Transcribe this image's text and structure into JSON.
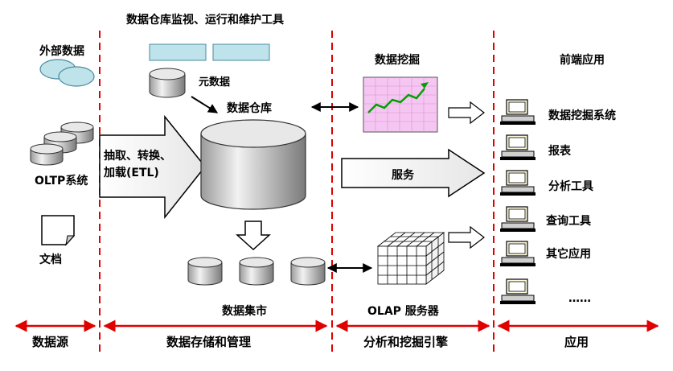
{
  "top_title": "数据仓库监视、运行和维护工具",
  "sources": {
    "external": "外部数据",
    "oltp": "OLTP系统",
    "docs": "文档"
  },
  "etl": {
    "line1": "抽取、转换、",
    "line2": "加载(ETL)"
  },
  "warehouse": {
    "metadata": "元数据",
    "dw": "数据仓库",
    "marts": "数据集市"
  },
  "analysis": {
    "mining": "数据挖掘",
    "service": "服务",
    "olap": "OLAP 服务器"
  },
  "front": {
    "title": "前端应用",
    "apps": [
      "数据挖掘系统",
      "报表",
      "分析工具",
      "查询工具",
      "其它应用",
      "……"
    ]
  },
  "bottom": {
    "source": "数据源",
    "storage": "数据存储和管理",
    "engine": "分析和挖掘引擎",
    "apps": "应用"
  },
  "colors": {
    "divider": "#e00000",
    "cyan_fill": "#bfe3ea",
    "mining_bg": "#f6c6f2",
    "trend_line": "#00a000"
  }
}
